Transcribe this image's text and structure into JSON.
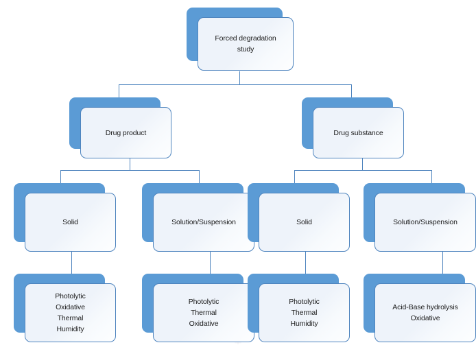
{
  "diagram": {
    "type": "flowchart",
    "orientation": "top-down",
    "title": "Forced degradation study",
    "colors": {
      "shadow_blue": "#5B9BD5",
      "border_blue": "#4E84BE",
      "card_fill": "#EEF3FA",
      "text": "#1A1A1A",
      "background": "#FFFFFF",
      "connector": "#4E84BE"
    },
    "levels": [
      {
        "level": 1,
        "nodes": [
          {
            "id": "root",
            "label": "Forced degradation\nstudy"
          }
        ]
      },
      {
        "level": 2,
        "nodes": [
          {
            "id": "drug-product",
            "label": "Drug product"
          },
          {
            "id": "drug-substance",
            "label": "Drug substance"
          }
        ]
      },
      {
        "level": 3,
        "nodes": [
          {
            "id": "dp-solid",
            "label": "Solid"
          },
          {
            "id": "dp-solution",
            "label": "Solution/Suspension"
          },
          {
            "id": "ds-solid",
            "label": "Solid"
          },
          {
            "id": "ds-solution",
            "label": "Solution/Suspension"
          }
        ]
      },
      {
        "level": 4,
        "nodes": [
          {
            "id": "dp-solid-tests",
            "label": "Photolytic\nOxidative\nThermal\nHumidity"
          },
          {
            "id": "dp-solution-tests",
            "label": "Photolytic\nThermal\nOxidative"
          },
          {
            "id": "ds-solid-tests",
            "label": "Photolytic\nThermal\nHumidity"
          },
          {
            "id": "ds-solution-tests",
            "label": "Acid-Base hydrolysis\nOxidative"
          }
        ]
      }
    ],
    "edges": [
      {
        "from": "root",
        "to": "drug-product"
      },
      {
        "from": "root",
        "to": "drug-substance"
      },
      {
        "from": "drug-product",
        "to": "dp-solid"
      },
      {
        "from": "drug-product",
        "to": "dp-solution"
      },
      {
        "from": "drug-substance",
        "to": "ds-solid"
      },
      {
        "from": "drug-substance",
        "to": "ds-solution"
      },
      {
        "from": "dp-solid",
        "to": "dp-solid-tests"
      },
      {
        "from": "dp-solution",
        "to": "dp-solution-tests"
      },
      {
        "from": "ds-solid",
        "to": "ds-solid-tests"
      },
      {
        "from": "ds-solution",
        "to": "ds-solution-tests"
      }
    ],
    "watermark": "figure-watermark"
  }
}
